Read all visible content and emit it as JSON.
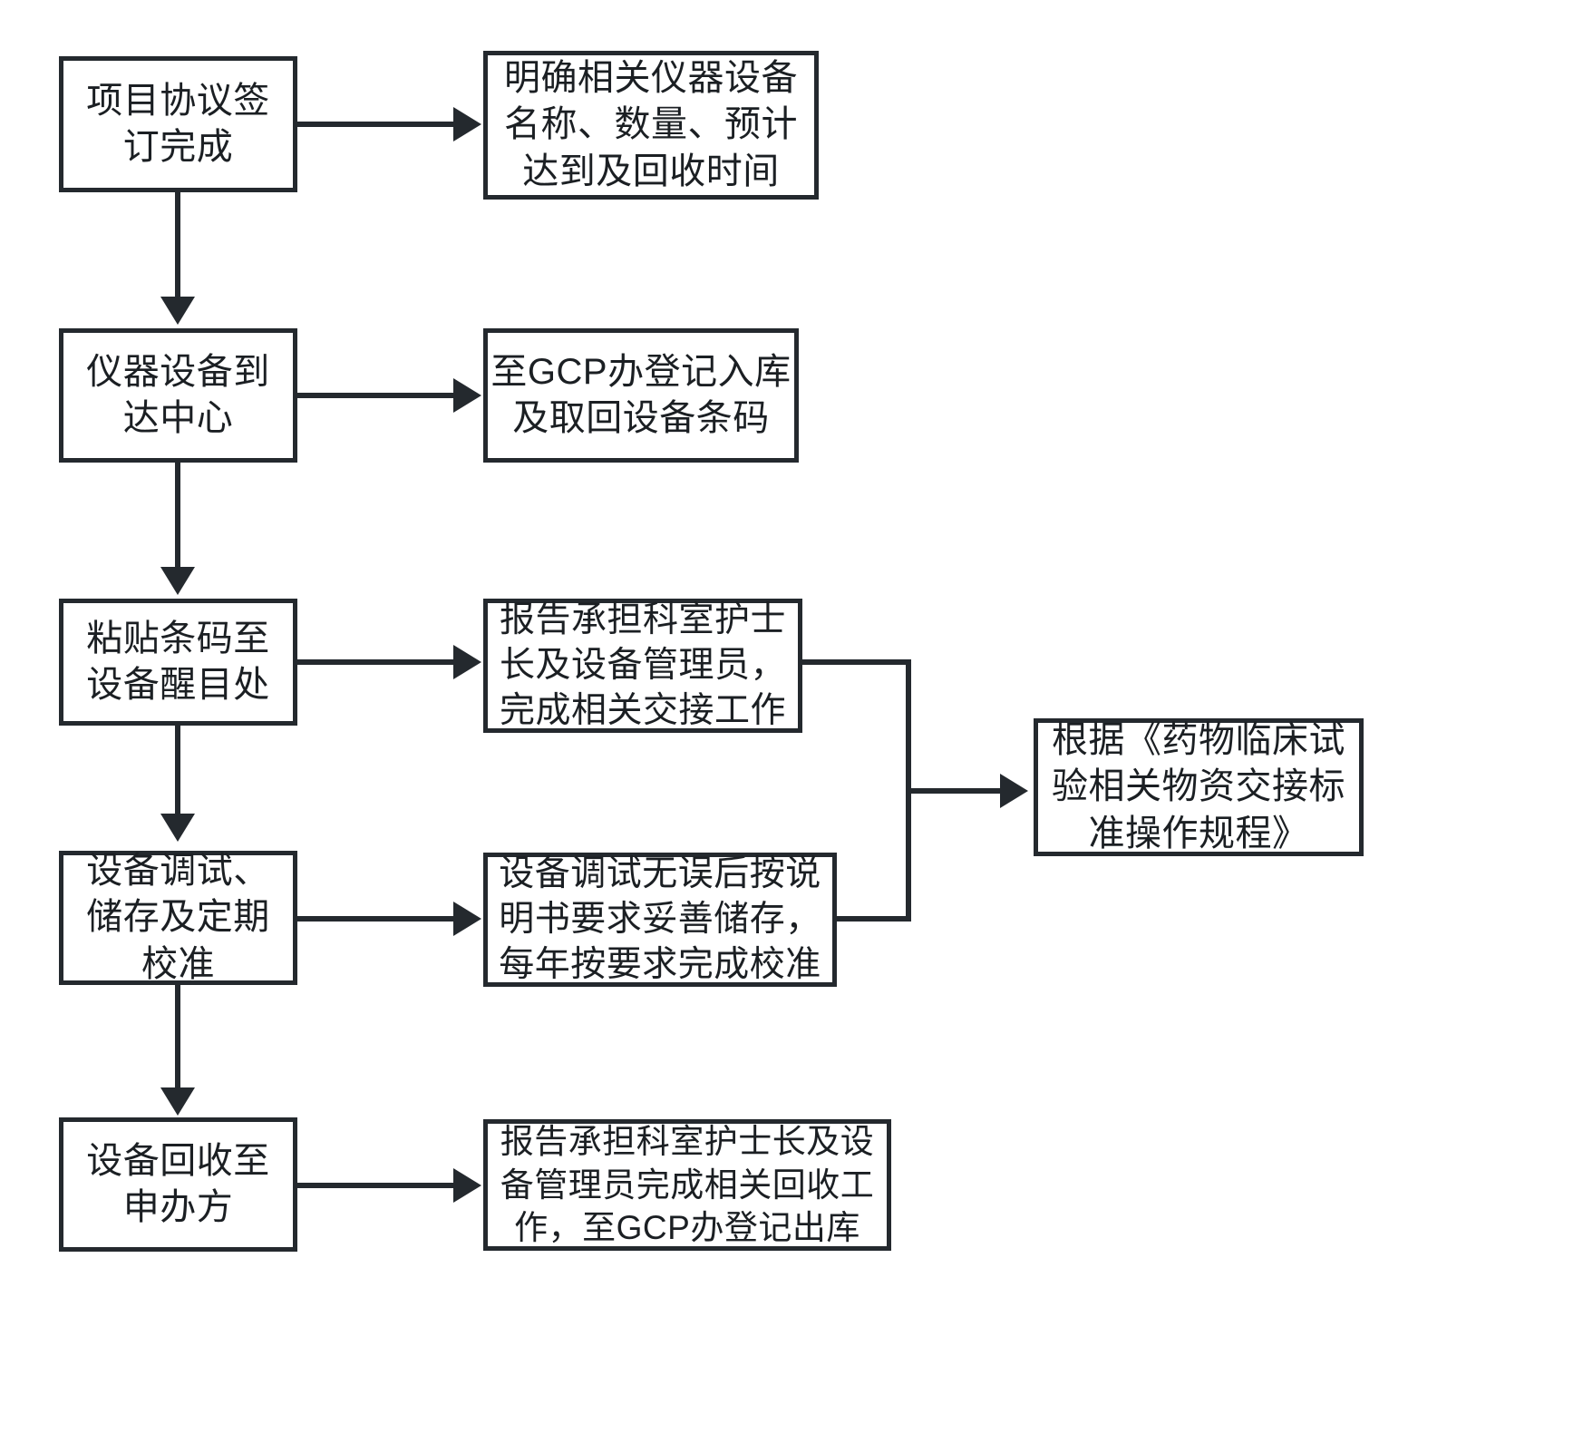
{
  "diagram": {
    "title": "仪器设备管理流程图",
    "type": "flowchart",
    "colors": {
      "stroke": "#24292e",
      "fill": "#ffffff",
      "text": "#1b1f23"
    },
    "nodes": {
      "step1": "项目协议签\n订完成",
      "detail1": "明确相关仪器设备\n名称、数量、预计\n达到及回收时间",
      "step2": "仪器设备到\n达中心",
      "detail2": "至GCP办登记入库\n及取回设备条码",
      "step3": "粘贴条码至\n设备醒目处",
      "detail3": "报告承担科室护士\n长及设备管理员，\n完成相关交接工作",
      "step4": "设备调试、\n储存及定期\n校准",
      "detail4": "设备调试无误后按说\n明书要求妥善储存，\n每年按要求完成校准",
      "step5": "设备回收至\n申办方",
      "detail5": "报告承担科室护士长及设\n备管理员完成相关回收工\n作，至GCP办登记出库",
      "reference": "根据《药物临床试\n验相关物资交接标\n准操作规程》"
    },
    "edges": [
      {
        "from": "step1",
        "to": "detail1",
        "kind": "horizontal-arrow"
      },
      {
        "from": "step1",
        "to": "step2",
        "kind": "vertical-arrow"
      },
      {
        "from": "step2",
        "to": "detail2",
        "kind": "horizontal-arrow"
      },
      {
        "from": "step2",
        "to": "step3",
        "kind": "vertical-arrow"
      },
      {
        "from": "step3",
        "to": "detail3",
        "kind": "horizontal-arrow"
      },
      {
        "from": "detail3",
        "to": "reference",
        "kind": "elbow-arrow"
      },
      {
        "from": "step3",
        "to": "step4",
        "kind": "vertical-arrow"
      },
      {
        "from": "step4",
        "to": "detail4",
        "kind": "horizontal-arrow"
      },
      {
        "from": "detail4",
        "to": "reference",
        "kind": "elbow-arrow"
      },
      {
        "from": "step4",
        "to": "step5",
        "kind": "vertical-arrow"
      },
      {
        "from": "step5",
        "to": "detail5",
        "kind": "horizontal-arrow"
      }
    ]
  }
}
